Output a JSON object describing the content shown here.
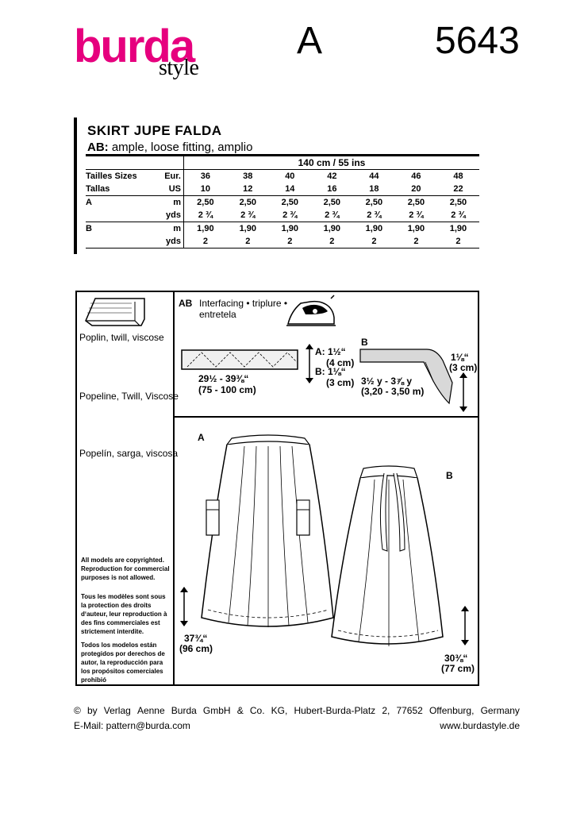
{
  "header": {
    "brand": "burda",
    "brand_sub": "style",
    "letter": "A",
    "pattern_number": "5643",
    "brand_color": "#e6007e"
  },
  "title": "SKIRT  JUPE  FALDA",
  "subtitle_bold": "AB:",
  "subtitle_rest": " ample, loose fitting, amplio",
  "table": {
    "fabric_width": "140 cm / 55 ins",
    "size_label_1": "Tailles   Sizes",
    "size_label_2": "Tallas",
    "eur_label": "Eur.",
    "us_label": "US",
    "eur_sizes": [
      "36",
      "38",
      "40",
      "42",
      "44",
      "46",
      "48"
    ],
    "us_sizes": [
      "10",
      "12",
      "14",
      "16",
      "18",
      "20",
      "22"
    ],
    "rows": [
      {
        "view": "A",
        "unit": "m",
        "values": [
          "2,50",
          "2,50",
          "2,50",
          "2,50",
          "2,50",
          "2,50",
          "2,50"
        ]
      },
      {
        "view": "",
        "unit": "yds",
        "values": [
          "2 ¾",
          "2 ¾",
          "2 ¾",
          "2 ¾",
          "2 ¾",
          "2 ¾",
          "2 ¾"
        ]
      },
      {
        "view": "B",
        "unit": "m",
        "values": [
          "1,90",
          "1,90",
          "1,90",
          "1,90",
          "1,90",
          "1,90",
          "1,90"
        ]
      },
      {
        "view": "",
        "unit": "yds",
        "values": [
          "2",
          "2",
          "2",
          "2",
          "2",
          "2",
          "2"
        ]
      }
    ]
  },
  "fabrics": {
    "en": "Poplin, twill, viscose",
    "de": "Popeline, Twill, Viscose",
    "es": "Popelín, sarga, viscosa"
  },
  "copyright": {
    "en": "All models are copyrighted. Reproduction for commercial purposes is not allowed.",
    "fr": "Tous les modèles sont sous la protection des droits d‘auteur, leur reproduction à des fins commerciales est strictement interdite.",
    "es": "Todos los modelos están protegidos por derechos de autor, la reproducción para los propósitos comerciales prohibió"
  },
  "notions": {
    "ab_label": "AB",
    "interfacing": "Interfacing • triplure •",
    "interfacing_es": "entretela",
    "band_length": "29½ - 39⅜“",
    "band_length_cm": "(75 - 100 cm)",
    "a_width": "A: 1½“",
    "a_width_cm": "(4 cm)",
    "b_width": "B: 1⅛“",
    "b_width_cm": "(3 cm)",
    "b_label": "B",
    "tie_length": "3½ y - 3⅞ y",
    "tie_length_m": "(3,20 - 3,50 m)",
    "tie_width": "1⅛“",
    "tie_width_cm": "(3 cm)"
  },
  "views": {
    "a_label": "A",
    "b_label": "B",
    "a_length": "37¾“",
    "a_length_cm": "(96 cm)",
    "b_length": "30⅜“",
    "b_length_cm": "(77 cm)"
  },
  "footer": {
    "line1": [
      "©",
      "by",
      "Verlag",
      "Aenne",
      "Burda",
      "GmbH",
      "&",
      "Co.",
      "KG,",
      "Hubert-Burda-Platz",
      "2,",
      "77652",
      "Offenburg,",
      "Germany"
    ],
    "email": "E-Mail: pattern@burda.com",
    "website": "www.burdastyle.de"
  }
}
